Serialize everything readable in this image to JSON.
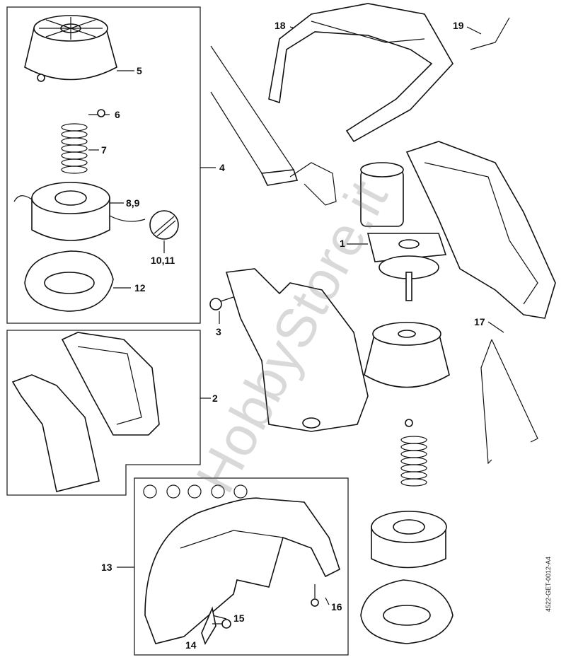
{
  "diagram": {
    "callouts": {
      "c1": "1",
      "c2": "2",
      "c3": "3",
      "c4": "4",
      "c5": "5",
      "c6": "6",
      "c7": "7",
      "c8_9": "8,9",
      "c10_11": "10,11",
      "c12": "12",
      "c13": "13",
      "c14": "14",
      "c15": "15",
      "c16": "16",
      "c17": "17",
      "c18": "18",
      "c19": "19"
    },
    "drawing_code": "4522-GET-0012-A4",
    "watermark": "HobbyStore.it"
  }
}
